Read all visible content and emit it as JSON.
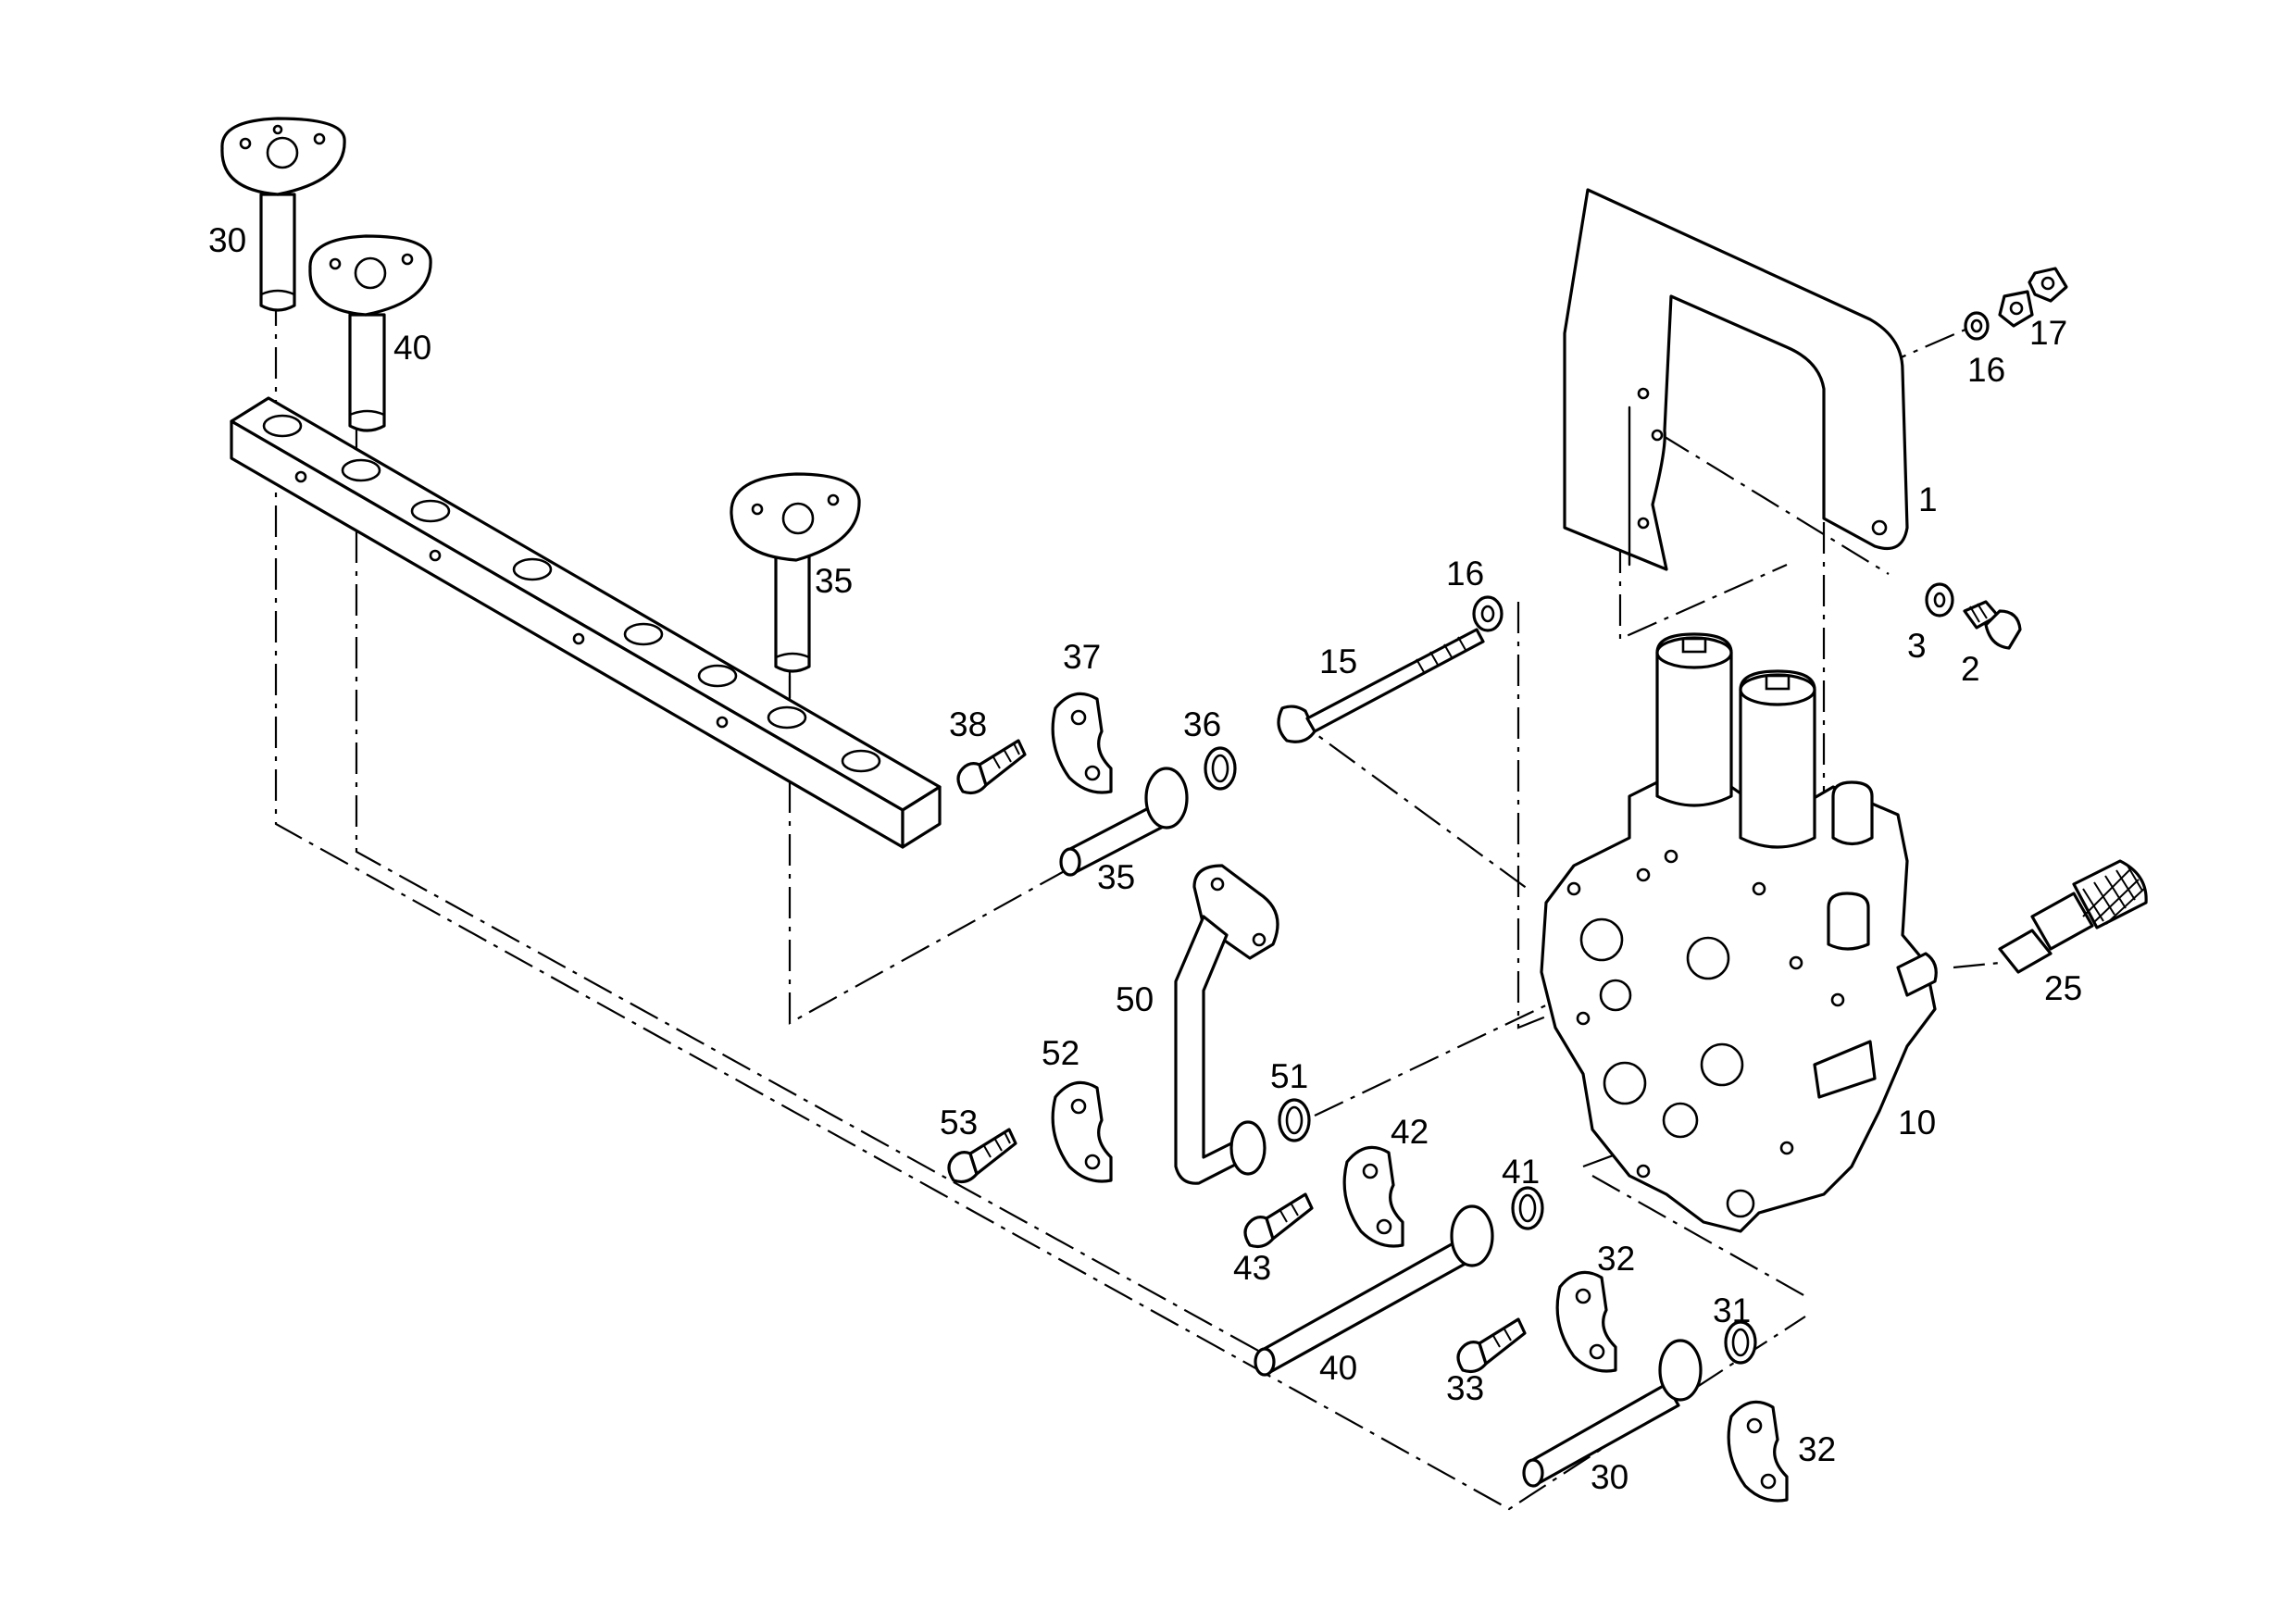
{
  "callouts": {
    "p1": "1",
    "p2": "2",
    "p3": "3",
    "p10": "10",
    "p15": "15",
    "p16a": "16",
    "p16b": "16",
    "p17": "17",
    "p25": "25",
    "p30a": "30",
    "p30b": "30",
    "p31": "31",
    "p32a": "32",
    "p32b": "32",
    "p33": "33",
    "p35a": "35",
    "p35b": "35",
    "p36": "36",
    "p37": "37",
    "p38": "38",
    "p40a": "40",
    "p40b": "40",
    "p41": "41",
    "p42": "42",
    "p43": "43",
    "p50": "50",
    "p51": "51",
    "p52": "52",
    "p53": "53"
  },
  "colors": {
    "line": "#000000",
    "background": "#ffffff"
  }
}
